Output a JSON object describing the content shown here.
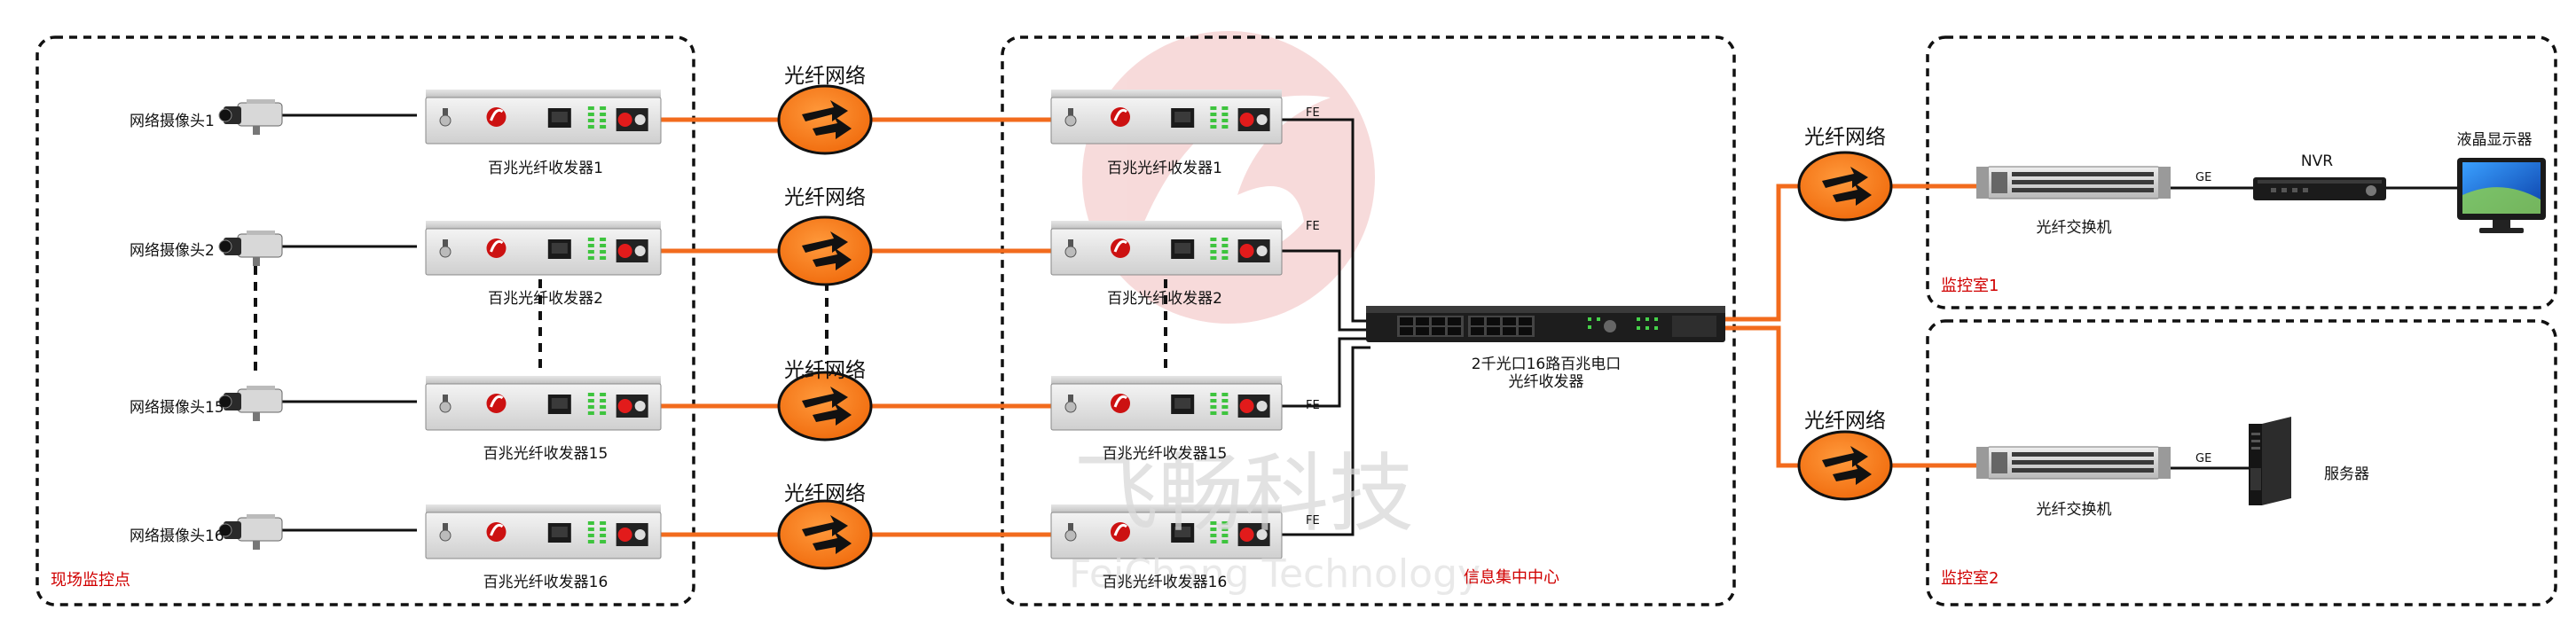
{
  "zones": {
    "site": "现场监控点",
    "center": "信息集中中心",
    "room1": "监控室1",
    "room2": "监控室2"
  },
  "cameras": [
    "网络摄像头1",
    "网络摄像头2",
    "网络摄像头15",
    "网络摄像头16"
  ],
  "left_transceivers": [
    "百兆光纤收发器1",
    "百兆光纤收发器2",
    "百兆光纤收发器15",
    "百兆光纤收发器16"
  ],
  "right_transceivers": [
    "百兆光纤收发器1",
    "百兆光纤收发器2",
    "百兆光纤收发器15",
    "百兆光纤收发器16"
  ],
  "fiber_label": "光纤网络",
  "fe_label": "FE",
  "ge_label": "GE",
  "aggregator": {
    "line1": "2千光口16路百兆电口",
    "line2": "光纤收发器"
  },
  "room1": {
    "switch": "光纤交换机",
    "nvr": "NVR",
    "display": "液晶显示器"
  },
  "room2": {
    "switch": "光纤交换机",
    "server": "服务器"
  },
  "watermark": {
    "cn": "飞畅科技",
    "en": "FeiChang Technology"
  },
  "colors": {
    "fiber": "#f26b1d",
    "zone_label": "#d00000",
    "cloud": "#ff7a12",
    "logo_red": "#cc1111"
  }
}
